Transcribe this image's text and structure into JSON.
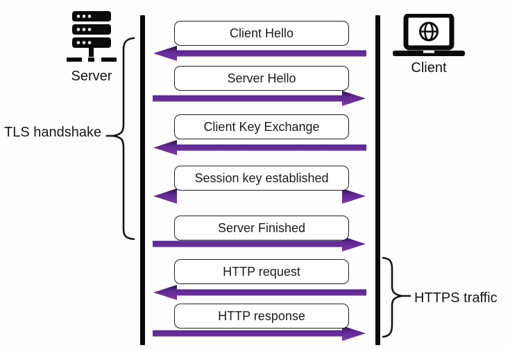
{
  "diagram": {
    "server": {
      "label": "Server"
    },
    "client": {
      "label": "Client"
    },
    "groups": {
      "tls": {
        "label": "TLS handshake"
      },
      "https": {
        "label": "HTTPS traffic"
      }
    },
    "messages": [
      {
        "label": "Client Hello",
        "direction": "to-server",
        "line_style": "solid"
      },
      {
        "label": "Server Hello",
        "direction": "to-client",
        "line_style": "solid"
      },
      {
        "label": "Client Key Exchange",
        "direction": "to-server",
        "line_style": "solid"
      },
      {
        "label": "Session key established",
        "direction": "both",
        "line_style": "dashed"
      },
      {
        "label": "Server Finished",
        "direction": "to-client",
        "line_style": "solid"
      },
      {
        "label": "HTTP request",
        "direction": "to-server",
        "line_style": "solid"
      },
      {
        "label": "HTTP response",
        "direction": "to-client",
        "line_style": "solid"
      }
    ],
    "colors": {
      "arrow_dark": "#241238",
      "arrow_mid": "#5c2a8e",
      "arrow_purple": "#7030A0",
      "arrow_light": "#7e3bb0",
      "lifeline_black": "#0a0a0a",
      "box_border": "#1f1f1f",
      "text": "#1b1b1b",
      "background": "#fefefe"
    }
  }
}
